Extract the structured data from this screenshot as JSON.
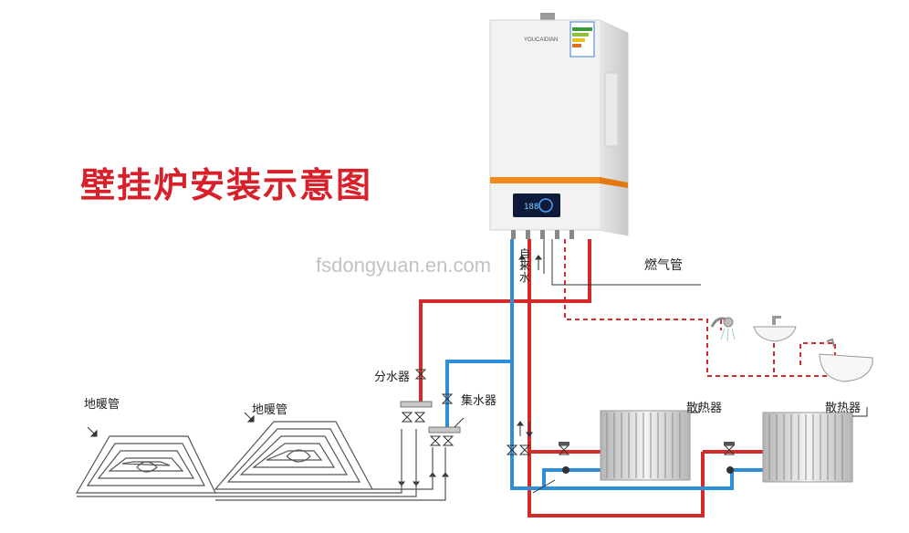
{
  "title": "壁挂炉安装示意图",
  "watermark": "fsdongyuan.en.com",
  "boiler": {
    "brand_text": "YOUCAIDIAN",
    "display_text": "188"
  },
  "labels": {
    "tap_water": "自来水",
    "gas_pipe": "燃气管",
    "water_distributor": "分水器",
    "water_collector": "集水器",
    "floor_heating_pipe_1": "地暖管",
    "floor_heating_pipe_2": "地暖管",
    "radiator_1": "散热器",
    "radiator_2": "散热器"
  },
  "colors": {
    "hot_pipe": "#d42a2a",
    "cold_pipe": "#2f8fd6",
    "title": "#d8202a",
    "boiler_accent": "#f08a1c"
  }
}
